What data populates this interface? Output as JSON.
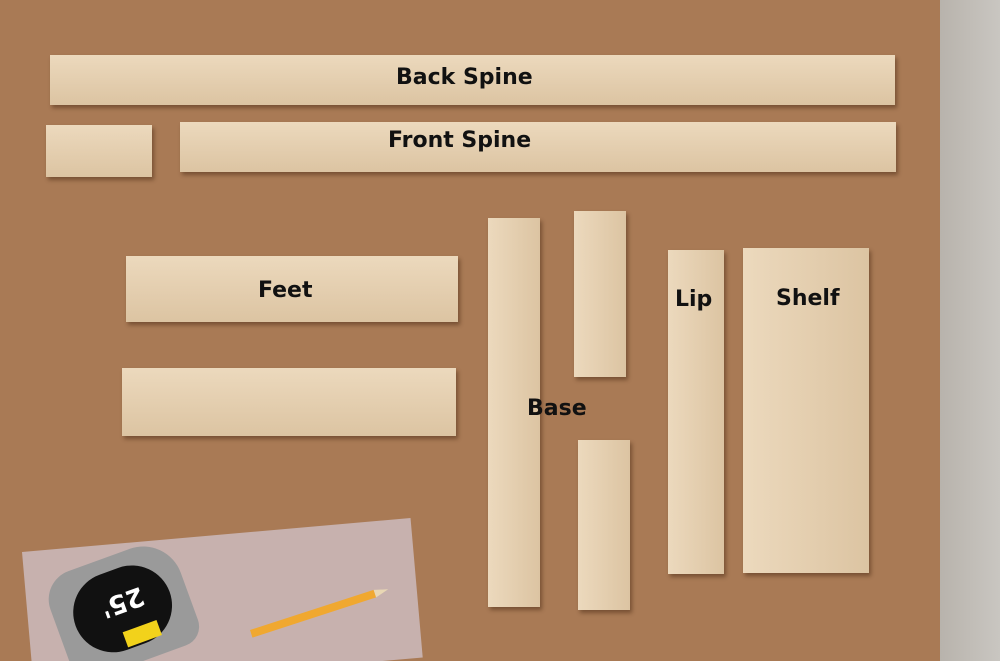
{
  "labels": {
    "back_spine": "Back Spine",
    "front_spine": "Front Spine",
    "feet": "Feet",
    "base": "Base",
    "lip": "Lip",
    "shelf": "Shelf"
  },
  "tape_measure": {
    "length_marking": "25'"
  },
  "colors": {
    "table_wood": "#a97a55",
    "board_wood": "#e6d2b4",
    "label_text": "#111111"
  }
}
